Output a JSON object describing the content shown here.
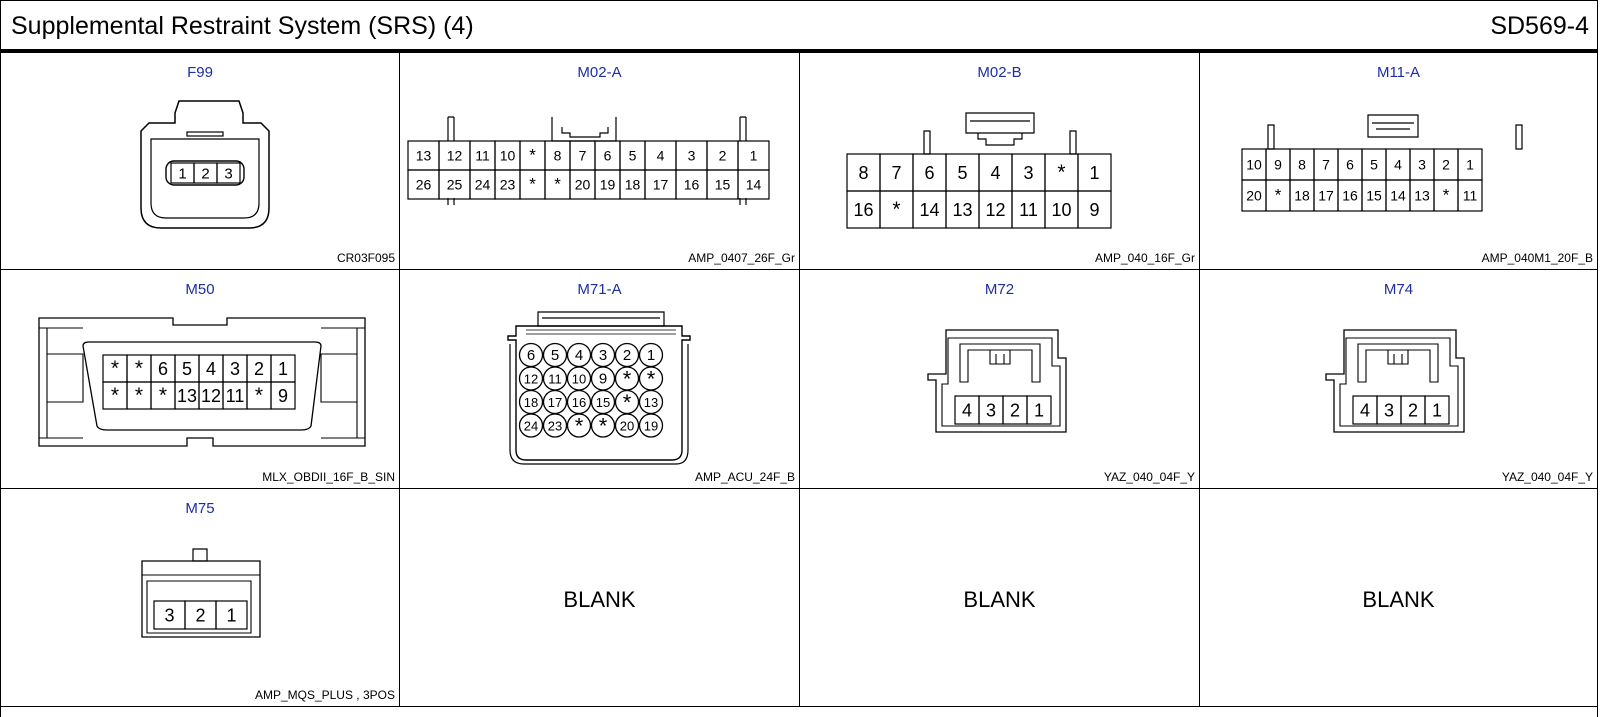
{
  "page": {
    "title": "Supplemental Restraint System (SRS) (4)",
    "code": "SD569-4"
  },
  "colors": {
    "connector_id": "#1c2ea3",
    "line": "#000000"
  },
  "cells": [
    {
      "id": "F99",
      "part": "CR03F095",
      "pins": [
        "1",
        "2",
        "3"
      ]
    },
    {
      "id": "M02-A",
      "part": "AMP_0407_26F_Gr",
      "rows": [
        [
          "13",
          "12",
          "11",
          "10",
          "*",
          "8",
          "7",
          "6",
          "5",
          "4",
          "3",
          "2",
          "1"
        ],
        [
          "26",
          "25",
          "24",
          "23",
          "*",
          "*",
          "20",
          "19",
          "18",
          "17",
          "16",
          "15",
          "14"
        ]
      ]
    },
    {
      "id": "M02-B",
      "part": "AMP_040_16F_Gr",
      "rows": [
        [
          "8",
          "7",
          "6",
          "5",
          "4",
          "3",
          "*",
          "1"
        ],
        [
          "16",
          "*",
          "14",
          "13",
          "12",
          "11",
          "10",
          "9"
        ]
      ]
    },
    {
      "id": "M11-A",
      "part": "AMP_040M1_20F_B",
      "rows": [
        [
          "10",
          "9",
          "8",
          "7",
          "6",
          "5",
          "4",
          "3",
          "2",
          "1"
        ],
        [
          "20",
          "*",
          "18",
          "17",
          "16",
          "15",
          "14",
          "13",
          "*",
          "11"
        ]
      ]
    },
    {
      "id": "M50",
      "part": "MLX_OBDII_16F_B_SIN",
      "rows": [
        [
          "*",
          "*",
          "6",
          "5",
          "4",
          "3",
          "2",
          "1"
        ],
        [
          "*",
          "*",
          "*",
          "13",
          "12",
          "11",
          "*",
          "9"
        ]
      ]
    },
    {
      "id": "M71-A",
      "part": "AMP_ACU_24F_B",
      "rows": [
        [
          "6",
          "5",
          "4",
          "3",
          "2",
          "1"
        ],
        [
          "12",
          "11",
          "10",
          "9",
          "*",
          "*"
        ],
        [
          "18",
          "17",
          "16",
          "15",
          "*",
          "13"
        ],
        [
          "24",
          "23",
          "*",
          "*",
          "20",
          "19"
        ]
      ]
    },
    {
      "id": "M72",
      "part": "YAZ_040_04F_Y",
      "pins": [
        "4",
        "3",
        "2",
        "1"
      ]
    },
    {
      "id": "M74",
      "part": "YAZ_040_04F_Y",
      "pins": [
        "4",
        "3",
        "2",
        "1"
      ]
    },
    {
      "id": "M75",
      "part": "AMP_MQS_PLUS , 3POS",
      "pins": [
        "3",
        "2",
        "1"
      ]
    },
    {
      "blank": "BLANK"
    },
    {
      "blank": "BLANK"
    },
    {
      "blank": "BLANK"
    }
  ]
}
